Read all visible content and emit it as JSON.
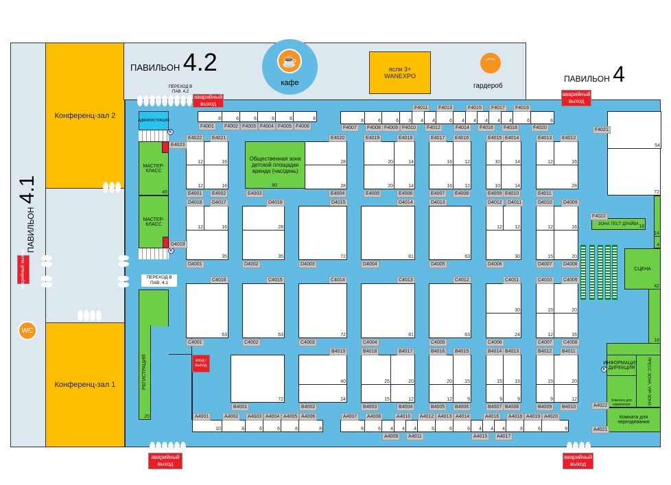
{
  "pavilions": {
    "p41_word": "ПАВИЛЬОН",
    "p41_num": "4.1",
    "p42_word": "ПАВИЛЬОН",
    "p42_num": "4.2",
    "p4_word": "ПАВИЛЬОН",
    "p4_num": "4"
  },
  "halls": {
    "conf2": "Конференц-зал 2",
    "conf1": "Конференц-зал 1"
  },
  "amenities": {
    "cafe": "кафе",
    "nursery": "ясли 3+ WANEXPO",
    "wardrobe": "гардероб",
    "wc": "WC"
  },
  "emergency_exit": "аварийный выход",
  "transitions": {
    "to42": "ПЕРЕХОД В ПАВ. 4.2",
    "to41": "ПЕРЕХОД В ПАВ. 4.1"
  },
  "zones": {
    "admin": "АДМИНИСТРАЦИЯ",
    "master1": "МАСТЕР-КЛАСС",
    "master1_area": "45",
    "master2": "МАСТЕР-КЛАСС",
    "kids": "Общественная зона детской площадки аренда (час/день)",
    "kids_area": "80",
    "registration": "РЕГИСТРАЦИЯ",
    "registration_area": "20",
    "entrance": "вход / выход",
    "testdrive": "ЗОНА ТЕСТ ДРАЙВА",
    "testdrive_area": "18",
    "right_top_area": "14",
    "right_small_area": "4",
    "stage": "СЦЕНА",
    "stage_area": "42",
    "stage_side_area": "18",
    "info": "ИНФОРМАЦИЯ, ДИРЕКЦИЯ",
    "feeding": "Комната для кормления",
    "press": "ПРЕСС ЗОНА, VIP-ЗОНА",
    "changing": "Комната для переодевания",
    "f4021_lower_area": "72"
  },
  "kiosk_label": "K",
  "stands": [
    {
      "id": "F4001",
      "area": "8"
    },
    {
      "id": "F4002",
      "area": "6"
    },
    {
      "id": "F4003",
      "area": "6"
    },
    {
      "id": "F4004",
      "area": "6"
    },
    {
      "id": "F4005",
      "area": "6"
    },
    {
      "id": "F4006",
      "area": "8"
    },
    {
      "id": "F4007",
      "area": "8"
    },
    {
      "id": "F4008",
      "area": "6"
    },
    {
      "id": "F4009",
      "area": "6"
    },
    {
      "id": "F4010",
      "area": "3"
    },
    {
      "id": "F4011",
      "area": "4"
    },
    {
      "id": "F4012",
      "area": "4"
    },
    {
      "id": "F4013",
      "area": "6"
    },
    {
      "id": "F4014",
      "area": "4"
    },
    {
      "id": "F4015",
      "area": "4"
    },
    {
      "id": "F4016",
      "area": "4"
    },
    {
      "id": "F4017",
      "area": "4"
    },
    {
      "id": "F4018",
      "area": "4"
    },
    {
      "id": "F4019",
      "area": "6"
    },
    {
      "id": "F4020",
      "area": "8"
    },
    {
      "id": "F4021",
      "area": "54"
    },
    {
      "id": "F4022",
      "area": ""
    },
    {
      "id": "E4022",
      "area": "12"
    },
    {
      "id": "E4021",
      "area": "16"
    },
    {
      "id": "E4001",
      "area": "12"
    },
    {
      "id": "E4002",
      "area": "16"
    },
    {
      "id": "E4023",
      "area": ""
    },
    {
      "id": "E4003",
      "area": ""
    },
    {
      "id": "E4020",
      "area": "28"
    },
    {
      "id": "E4004",
      "area": "28"
    },
    {
      "id": "E4019",
      "area": "20"
    },
    {
      "id": "E4018",
      "area": "14"
    },
    {
      "id": "E4005",
      "area": "20"
    },
    {
      "id": "E4006",
      "area": "14"
    },
    {
      "id": "E4017",
      "area": "16"
    },
    {
      "id": "E4016",
      "area": "12"
    },
    {
      "id": "E4007",
      "area": "16"
    },
    {
      "id": "E4008",
      "area": "12"
    },
    {
      "id": "E4015",
      "area": "10"
    },
    {
      "id": "E4014",
      "area": "14"
    },
    {
      "id": "E4009",
      "area": "10"
    },
    {
      "id": "E4010",
      "area": "14"
    },
    {
      "id": "E4013",
      "area": "12"
    },
    {
      "id": "E4012",
      "area": "16"
    },
    {
      "id": "E4011",
      "area": "28"
    },
    {
      "id": "D4018",
      "area": "12"
    },
    {
      "id": "D4017",
      "area": "16"
    },
    {
      "id": "D4001",
      "area": "35"
    },
    {
      "id": "D4019",
      "area": ""
    },
    {
      "id": "D4016",
      "area": "28"
    },
    {
      "id": "D4002",
      "area": "35"
    },
    {
      "id": "D4015",
      "area": ""
    },
    {
      "id": "D4003",
      "area": "72"
    },
    {
      "id": "D4014",
      "area": ""
    },
    {
      "id": "D4004",
      "area": "81"
    },
    {
      "id": "D4013",
      "area": ""
    },
    {
      "id": "D4005",
      "area": "63"
    },
    {
      "id": "D4012",
      "area": "12"
    },
    {
      "id": "D4011",
      "area": "12"
    },
    {
      "id": "D4006",
      "area": "30"
    },
    {
      "id": "D4010",
      "area": "12"
    },
    {
      "id": "D4009",
      "area": "16"
    },
    {
      "id": "D4007",
      "area": "15"
    },
    {
      "id": "D4008",
      "area": "20"
    },
    {
      "id": "C4016",
      "area": ""
    },
    {
      "id": "C4001",
      "area": "63"
    },
    {
      "id": "C4015",
      "area": ""
    },
    {
      "id": "C4002",
      "area": "63"
    },
    {
      "id": "C4014",
      "area": ""
    },
    {
      "id": "C4003",
      "area": "72"
    },
    {
      "id": "C4013",
      "area": ""
    },
    {
      "id": "C4004",
      "area": "81"
    },
    {
      "id": "C4012",
      "area": ""
    },
    {
      "id": "C4005",
      "area": "63"
    },
    {
      "id": "C4011",
      "area": "30"
    },
    {
      "id": "C4006",
      "area": "24"
    },
    {
      "id": "C4010",
      "area": "15"
    },
    {
      "id": "C4009",
      "area": "20"
    },
    {
      "id": "C4007",
      "area": "12"
    },
    {
      "id": "C4008",
      "area": "16"
    },
    {
      "id": "B4001",
      "area": "72"
    },
    {
      "id": "B4019",
      "area": "40"
    },
    {
      "id": "B4002",
      "area": "24"
    },
    {
      "id": "B4018",
      "area": "25"
    },
    {
      "id": "B4017",
      "area": "20"
    },
    {
      "id": "B4003",
      "area": "15"
    },
    {
      "id": "B4004",
      "area": "12"
    },
    {
      "id": "B4016",
      "area": "20"
    },
    {
      "id": "B4015",
      "area": "15"
    },
    {
      "id": "B4005",
      "area": "12"
    },
    {
      "id": "B4006",
      "area": "9"
    },
    {
      "id": "B4014",
      "area": "15"
    },
    {
      "id": "B4013",
      "area": "15"
    },
    {
      "id": "B4007",
      "area": "9"
    },
    {
      "id": "B4008",
      "area": "9"
    },
    {
      "id": "B4012",
      "area": "15"
    },
    {
      "id": "B4011",
      "area": "20"
    },
    {
      "id": "B4009",
      "area": "9"
    },
    {
      "id": "B4010",
      "area": "12"
    },
    {
      "id": "A4001",
      "area": "10"
    },
    {
      "id": "A4002",
      "area": "8"
    },
    {
      "id": "A4003",
      "area": "6"
    },
    {
      "id": "A4004",
      "area": "6"
    },
    {
      "id": "A4005",
      "area": "6"
    },
    {
      "id": "A4006",
      "area": "8"
    },
    {
      "id": "A4007",
      "area": "8"
    },
    {
      "id": "A4008",
      "area": "6"
    },
    {
      "id": "A4009",
      "area": "4"
    },
    {
      "id": "A4010",
      "area": "4"
    },
    {
      "id": "A4011",
      "area": "4"
    },
    {
      "id": "A4012",
      "area": "6"
    },
    {
      "id": "A4013",
      "area": "6"
    },
    {
      "id": "A4014",
      "area": "6"
    },
    {
      "id": "A4015",
      "area": "4"
    },
    {
      "id": "A4016",
      "area": "4"
    },
    {
      "id": "A4017",
      "area": "4"
    },
    {
      "id": "A4018",
      "area": "6"
    },
    {
      "id": "A4019",
      "area": "6"
    },
    {
      "id": "A4020",
      "area": "9"
    },
    {
      "id": "A4021",
      "area": ""
    },
    {
      "id": "A4022",
      "area": ""
    }
  ],
  "colors": {
    "hall": "#61bbe2",
    "stand_zone": "#6dcf45",
    "conference": "#fdbf00",
    "exit": "#ee1c24",
    "amenity": "#f7941d"
  }
}
